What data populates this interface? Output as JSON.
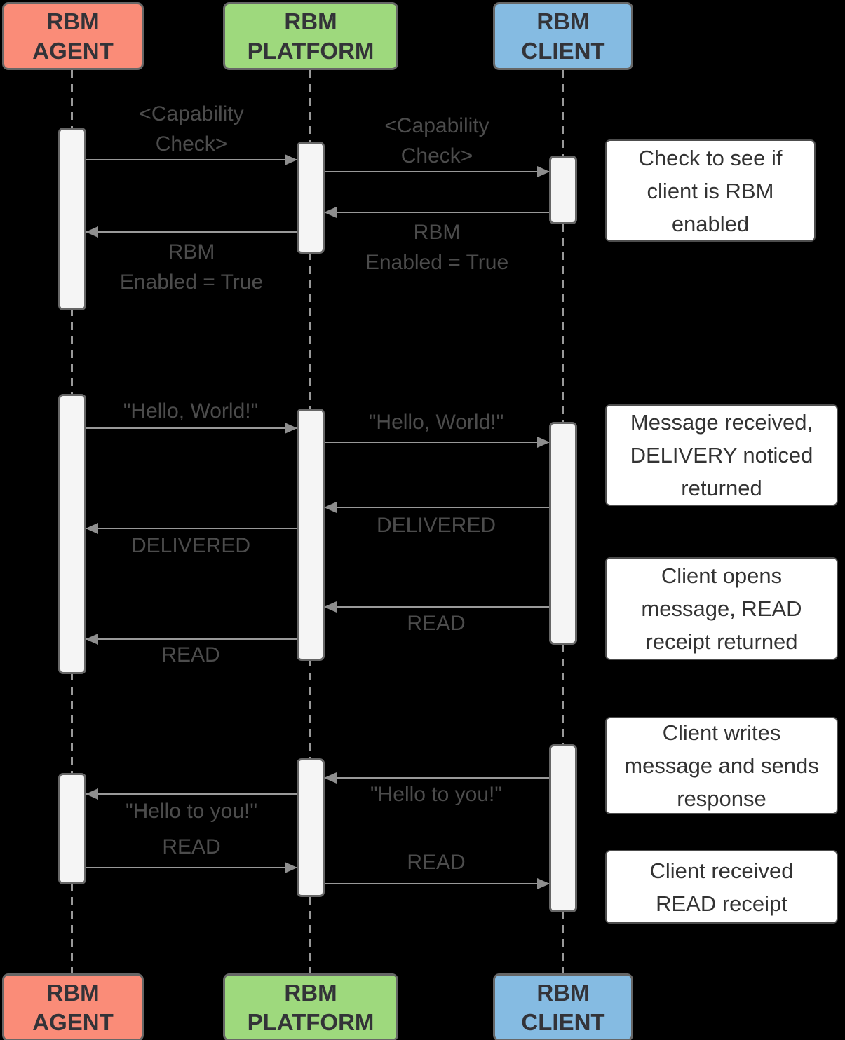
{
  "diagram_type": "sequence-diagram",
  "actors": [
    {
      "name": "RBM\nAGENT",
      "fill": "#FA8C78"
    },
    {
      "name": "RBM\nPLATFORM",
      "fill": "#9ED97D"
    },
    {
      "name": "RBM\nCLIENT",
      "fill": "#85BBE2"
    }
  ],
  "messages": [
    {
      "from": "RBM AGENT",
      "to": "RBM PLATFORM",
      "label": "<Capability\nCheck>"
    },
    {
      "from": "RBM PLATFORM",
      "to": "RBM CLIENT",
      "label": "<Capability\nCheck>"
    },
    {
      "from": "RBM CLIENT",
      "to": "RBM PLATFORM",
      "label": "RBM\nEnabled = True"
    },
    {
      "from": "RBM PLATFORM",
      "to": "RBM AGENT",
      "label": "RBM\nEnabled = True"
    },
    {
      "from": "RBM AGENT",
      "to": "RBM PLATFORM",
      "label": "\"Hello, World!\""
    },
    {
      "from": "RBM PLATFORM",
      "to": "RBM CLIENT",
      "label": "\"Hello, World!\""
    },
    {
      "from": "RBM CLIENT",
      "to": "RBM PLATFORM",
      "label": "DELIVERED"
    },
    {
      "from": "RBM PLATFORM",
      "to": "RBM AGENT",
      "label": "DELIVERED"
    },
    {
      "from": "RBM CLIENT",
      "to": "RBM PLATFORM",
      "label": "READ"
    },
    {
      "from": "RBM PLATFORM",
      "to": "RBM AGENT",
      "label": "READ"
    },
    {
      "from": "RBM CLIENT",
      "to": "RBM PLATFORM",
      "label": "\"Hello to you!\""
    },
    {
      "from": "RBM PLATFORM",
      "to": "RBM AGENT",
      "label": "\"Hello to you!\""
    },
    {
      "from": "RBM AGENT",
      "to": "RBM PLATFORM",
      "label": "READ"
    },
    {
      "from": "RBM PLATFORM",
      "to": "RBM CLIENT",
      "label": "READ"
    }
  ],
  "notes": [
    {
      "text": "Check to see if\nclient is RBM\nenabled"
    },
    {
      "text": "Message received,\nDELIVERY noticed\nreturned"
    },
    {
      "text": "Client opens\nmessage, READ\nreceipt returned"
    },
    {
      "text": "Client writes\nmessage and sends\nresponse"
    },
    {
      "text": "Client received\nREAD receipt"
    }
  ],
  "colors": {
    "background": "#000000",
    "lifeline": "#999999",
    "arrow": "#999999",
    "message_text": "#4C4C4C",
    "activation_fill": "#F5F5F5",
    "shape_border": "#666666",
    "note_background": "#FFFFFF",
    "note_text": "#333333"
  }
}
